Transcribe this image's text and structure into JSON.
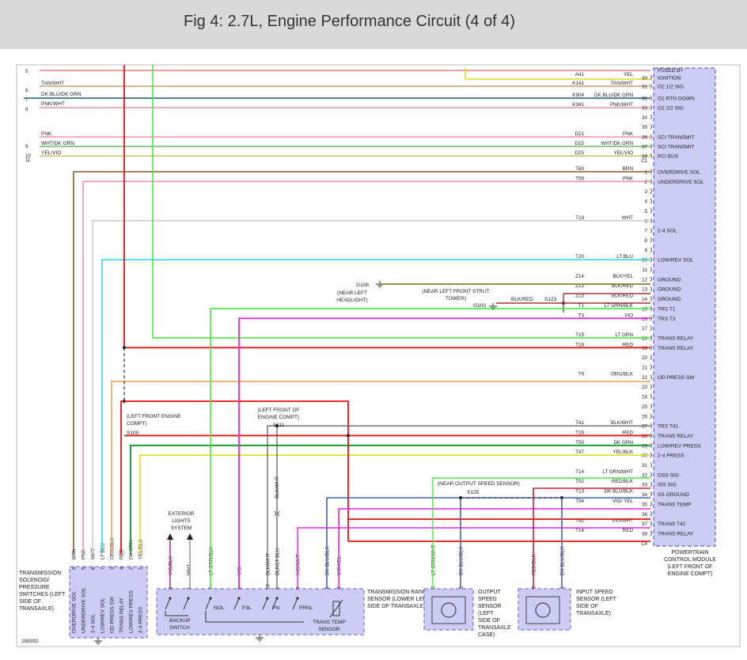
{
  "header": {
    "title": "Fig 4: 2.7L, Engine Performance Circuit (4 of 4)"
  },
  "figure_id": "199392",
  "colors": {
    "brn": "#8a5a22",
    "pnk": "#f090b4",
    "wht": "#cccccc",
    "ltblu": "#33d6f0",
    "org": "#e8a050",
    "red": "#ee1111",
    "dkgrn": "#0a9a2a",
    "yel": "#e0e010",
    "ltgrn": "#44ee44",
    "vio": "#ee22ee",
    "blk": "#444444",
    "dkblu": "#4466aa",
    "tan": "#c8a070",
    "olive": "#7a6a10",
    "module": "#ccccf4",
    "moduleborder": "#6666cc"
  },
  "top_wires": [
    {
      "left_num": "",
      "left_label": "TAN/WHT",
      "code": "K141",
      "color_label": "TAN/WHT",
      "pin": "31",
      "func": "O2 1/2 SIG",
      "c": "tan"
    },
    {
      "left_num": "6",
      "left_label": "",
      "code": "",
      "color_label": "",
      "pin": "",
      "func": "",
      "c": ""
    },
    {
      "left_num": "7",
      "left_label": "DK BLU/DK GRN",
      "code": "K904",
      "color_label": "DK BLU/DK GRN",
      "pin": "32",
      "func": "O2 RTN DOWN",
      "c": "dkblu"
    },
    {
      "left_num": "8",
      "left_label": "PNK/WHT",
      "code": "K341",
      "color_label": "PNK/WHT",
      "pin": "33",
      "func": "O2 2/2 SIG",
      "c": "pnk"
    }
  ],
  "top_extra": {
    "ign_code": "A41",
    "ign_color": "YEL",
    "ign_pin": "30",
    "ign_func": "IGNITION",
    "fused_func": "FUSED B+",
    "left_top_num": "5",
    "pin34": "34",
    "pin35": "35",
    "conn_c1": "C1",
    "conn_c4": "C4"
  },
  "sci_wires": [
    {
      "left_num": "",
      "left_label": "PNK",
      "code": "D21",
      "color_label": "PNK",
      "pin": "36",
      "func": "SCI TRANSMIT"
    },
    {
      "left_num": "9",
      "left_label": "WHT/DK GRN",
      "code": "D15",
      "color_label": "WHT/DK GRN",
      "pin": "37",
      "func": "SCI TRANSMIT"
    },
    {
      "left_num": "10",
      "left_label": "YEL/VIO",
      "code": "D25",
      "color_label": "YEL/VIO",
      "pin": "38",
      "func": "PCI BUS"
    },
    {
      "left_num": "11",
      "left_label": "",
      "code": "",
      "color_label": "",
      "pin": "",
      "func": ""
    }
  ],
  "pcm_pins": [
    {
      "pin": "1",
      "code": "T60",
      "color_label": "BRN",
      "func": "OVERDRIVE SOL"
    },
    {
      "pin": "2",
      "code": "T59",
      "color_label": "PNK",
      "func": "UNDERDRIVE SOL"
    },
    {
      "pin": "3",
      "code": "",
      "color_label": "",
      "func": ""
    },
    {
      "pin": "4",
      "code": "",
      "color_label": "",
      "func": ""
    },
    {
      "pin": "5",
      "code": "",
      "color_label": "",
      "func": ""
    },
    {
      "pin": "6",
      "code": "T19",
      "color_label": "WHT",
      "func": ""
    },
    {
      "pin": "7",
      "code": "",
      "color_label": "",
      "func": "2-4 SOL"
    },
    {
      "pin": "8",
      "code": "",
      "color_label": "",
      "func": ""
    },
    {
      "pin": "9",
      "code": "",
      "color_label": "",
      "func": ""
    },
    {
      "pin": "10",
      "code": "T20",
      "color_label": "LT BLU",
      "func": "LOW/REV SOL"
    },
    {
      "pin": "11",
      "code": "",
      "color_label": "",
      "func": ""
    },
    {
      "pin": "12",
      "code": "Z14",
      "color_label": "BLK/YEL",
      "func": "GROUND"
    },
    {
      "pin": "13",
      "code": "Z13",
      "color_label": "BLK/RED",
      "func": "GROUND"
    },
    {
      "pin": "14",
      "code": "Z13",
      "color_label": "BLK/RED",
      "func": "GROUND"
    },
    {
      "pin": "15",
      "code": "T1",
      "color_label": "LT GRN/BLK",
      "func": "TRS T1"
    },
    {
      "pin": "16",
      "code": "T3",
      "color_label": "VIO",
      "func": "TRS T3"
    },
    {
      "pin": "17",
      "code": "",
      "color_label": "",
      "func": ""
    },
    {
      "pin": "18",
      "code": "T15",
      "color_label": "LT GRN",
      "func": "TRANS RELAY"
    },
    {
      "pin": "19",
      "code": "T16",
      "color_label": "RED",
      "func": "TRANS RELAY"
    },
    {
      "pin": "20",
      "code": "",
      "color_label": "",
      "func": ""
    },
    {
      "pin": "21",
      "code": "",
      "color_label": "",
      "func": ""
    },
    {
      "pin": "22",
      "code": "T9",
      "color_label": "ORG/BLK",
      "func": "OD PRESS SW"
    },
    {
      "pin": "23",
      "code": "",
      "color_label": "",
      "func": ""
    },
    {
      "pin": "24",
      "code": "",
      "color_label": "",
      "func": ""
    },
    {
      "pin": "25",
      "code": "",
      "color_label": "",
      "func": ""
    },
    {
      "pin": "26",
      "code": "",
      "color_label": "",
      "func": ""
    },
    {
      "pin": "27",
      "code": "T41",
      "color_label": "BLK/WHT",
      "func": "TRS T41"
    },
    {
      "pin": "28",
      "code": "T16",
      "color_label": "RED",
      "func": "TRANS RELAY"
    },
    {
      "pin": "29",
      "code": "T50",
      "color_label": "DK GRN",
      "func": "LOW/REV PRESS"
    },
    {
      "pin": "30",
      "code": "T47",
      "color_label": "YEL/BLK",
      "func": "2-4 PRESS"
    },
    {
      "pin": "31",
      "code": "",
      "color_label": "",
      "func": ""
    },
    {
      "pin": "32",
      "code": "T14",
      "color_label": "LT GRN/WHT",
      "func": "OSS SIG"
    },
    {
      "pin": "33",
      "code": "T52",
      "color_label": "RED/BLK",
      "func": "ISS SIG"
    },
    {
      "pin": "34",
      "code": "T13",
      "color_label": "DK BLU/BLK",
      "func": "SS GROUND"
    },
    {
      "pin": "35",
      "code": "T54",
      "color_label": "VIO/ YEL",
      "func": "TRANS TEMP"
    },
    {
      "pin": "36",
      "code": "",
      "color_label": "",
      "func": ""
    },
    {
      "pin": "37",
      "code": "T42",
      "color_label": "VIO/WHT",
      "func": "TRANS T42"
    },
    {
      "pin": "38",
      "code": "T16",
      "color_label": "RED",
      "func": "TRANS RELAY"
    }
  ],
  "pcm": {
    "name": "POWERTRAIN CONTROL MODULE (LEFT FRONT OF ENGINE COMPT)"
  },
  "ground_notes": {
    "g108": "G108",
    "g108_note": "(NEAR LEFT HEADLIGHT)",
    "g103": "G103",
    "g103_note": "(NEAR LEFT FRONT STRUT TOWER)",
    "g103_wire": "BLK/RED",
    "s123": "S123"
  },
  "splices": {
    "s100": "S100",
    "s100_note": "(LEFT FRONT ENGINE COMPT)",
    "s111": "S111",
    "s111_note": "(LEFT FRONT OF ENGINE COMPT)",
    "s125": "S125",
    "s125_note": "(NEAR OUTPUT SPEED SENSOR)"
  },
  "solenoid": {
    "name": "TRANSMISSION SOLENOID/ PRESSURE SWITCHES (LEFT SIDE OF TRANSAXLE)",
    "pins": [
      {
        "n": "6",
        "wire": "BRN",
        "func": "OVERDRIVE SOL",
        "c": "brn"
      },
      {
        "n": "5",
        "wire": "PNK",
        "func": "UNDERDRIVE SOL",
        "c": "pnk"
      },
      {
        "n": "8",
        "wire": "WHT",
        "func": "2-4 SOL",
        "c": "wht"
      },
      {
        "n": "7",
        "wire": "LT BLU",
        "func": "LOW/REV SOL",
        "c": "ltblu"
      },
      {
        "n": "3",
        "wire": "ORG/BLK",
        "func": "OD PRESS SW",
        "c": "org"
      },
      {
        "n": "4",
        "wire": "RED",
        "func": "TRANS RELAY",
        "c": "red"
      },
      {
        "n": "2",
        "wire": "DK GRN",
        "func": "LOW/REV PRESS",
        "c": "dkgrn"
      },
      {
        "n": "1",
        "wire": "YEL/BLK",
        "func": "2-4 PRESS",
        "c": "yel"
      }
    ]
  },
  "trs": {
    "name": "TRANSMISSION RANGE SENSOR (LOWER LEFT SIDE OF TRANSAXLE)",
    "backup": "BACKUP SWITCH",
    "temp": "TRANS TEMP SENSOR",
    "ext_lights": "EXTERIOR LIGHTS SYSTEM",
    "positions": [
      "NOL",
      "P3L",
      "PN",
      "PRNL"
    ],
    "pins": [
      {
        "n": "8",
        "wire": "VIO/BLK"
      },
      {
        "n": "1",
        "wire": "WHT"
      },
      {
        "n": "7",
        "wire": "LT GRN/BLK"
      },
      {
        "n": "6",
        "wire": "VIO"
      },
      {
        "n": "10",
        "wire": "BLK/WHT"
      },
      {
        "n": "5",
        "wire": "BLK/LT BLU"
      },
      {
        "n": "9",
        "wire": "VIO/WHT"
      },
      {
        "n": "3",
        "wire": "DK BLU/BLK"
      },
      {
        "n": "4",
        "wire": "VIO/YEL"
      }
    ],
    "blkwht_label": "BLK/WHT"
  },
  "oss": {
    "name": "OUTPUT SPEED SENSOR (LEFT SIDE OF TRANSAXLE CASE)",
    "pins": [
      {
        "n": "2",
        "wire": "LT GRN/WHT"
      },
      {
        "n": "1",
        "wire": "DK BLU/BLK"
      }
    ]
  },
  "iss": {
    "name": "INPUT SPEED SENSOR (LEFT SIDE OF TRANSAXLE)",
    "pins": [
      {
        "n": "2",
        "wire": "RED/BLK"
      },
      {
        "n": "1",
        "wire": "DK BLU/BLK"
      }
    ]
  }
}
